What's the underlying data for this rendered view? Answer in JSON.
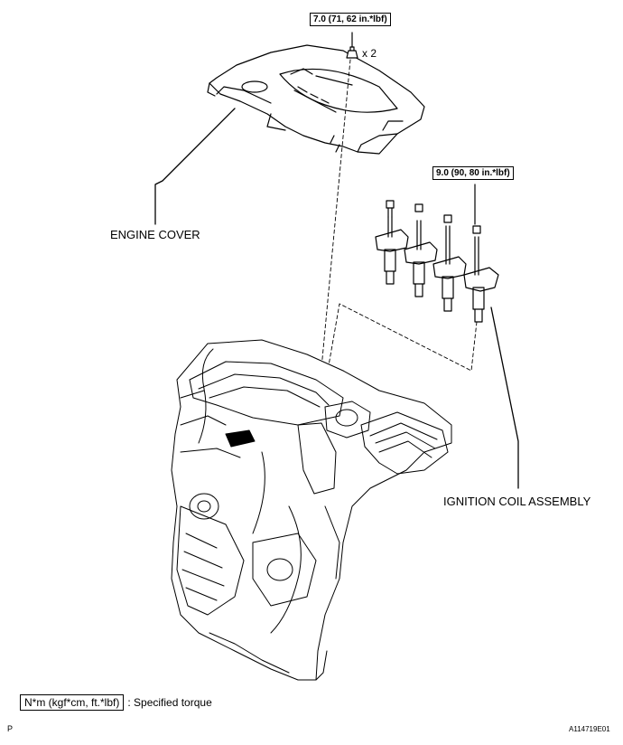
{
  "labels": {
    "engine_cover": "ENGINE COVER",
    "ignition_coil": "IGNITION COIL ASSEMBLY",
    "qty": "x 2"
  },
  "torques": {
    "cover_nut": "7.0 (71, 62 in.*lbf)",
    "coil_bolt": "9.0 (90, 80 in.*lbf)"
  },
  "legend": {
    "unit": "N*m (kgf*cm, ft.*lbf)",
    "description": ": Specified torque"
  },
  "footer": {
    "left_mark": "P",
    "figure_id": "A114719E01"
  }
}
